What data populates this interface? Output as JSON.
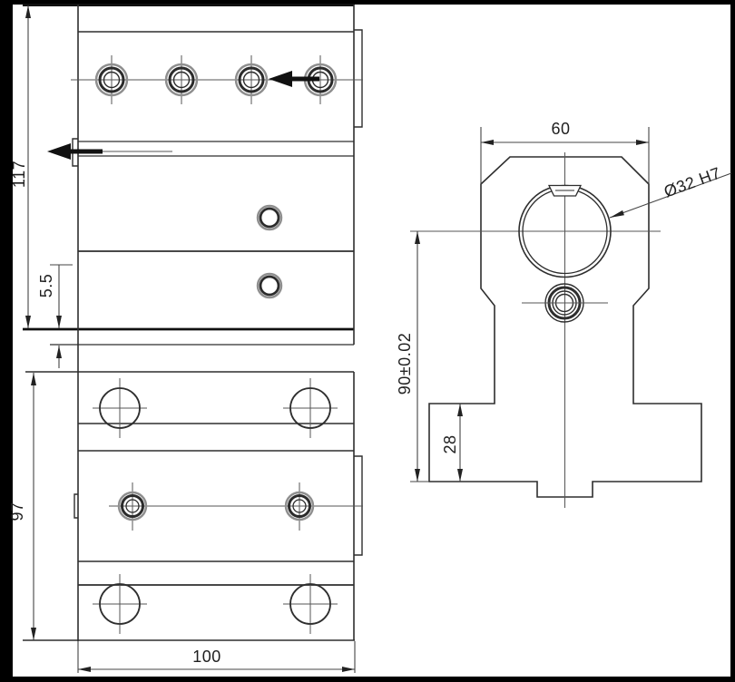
{
  "drawing": {
    "kind": "technical-orthographic-drawing",
    "dimensions": {
      "overall_height": "117",
      "plate_offset": "5.5",
      "depth": "97",
      "width": "100",
      "head_width": "60",
      "bore": "Ø32 H7",
      "bore_center_height": "90±0.02",
      "step_height": "28"
    },
    "colors": {
      "background": "#ffffff",
      "frame": "#000000",
      "outline": "#2e2e2e",
      "dimension_lines": "#444444",
      "screw_ring_gray": "#8f8f8f",
      "screw_ring_dark": "#2b2b2b",
      "section_arrow": "#111111"
    }
  }
}
